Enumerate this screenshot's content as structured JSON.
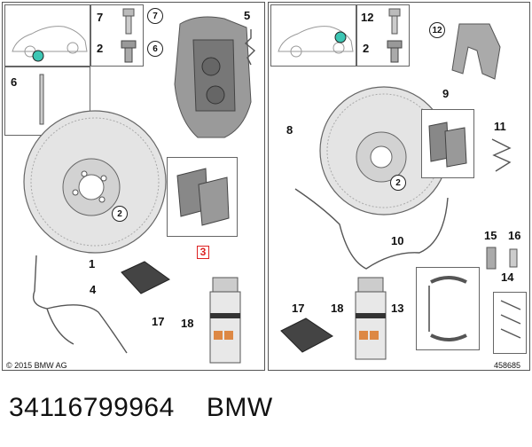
{
  "left_panel": {
    "part_numbers": [
      "7",
      "2",
      "6",
      "1",
      "2",
      "4",
      "17",
      "18",
      "5",
      "6"
    ],
    "caliper_callouts": [
      "7",
      "6"
    ],
    "disc_callout": "2",
    "pad_callout": "3",
    "copyright": "© 2015 BMW AG"
  },
  "right_panel": {
    "part_numbers": [
      "12",
      "2",
      "9",
      "8",
      "11",
      "10",
      "15",
      "16",
      "17",
      "18",
      "13",
      "14"
    ],
    "bracket_callout": "12",
    "disc_callout": "2",
    "reference_number": "458685"
  },
  "caption": {
    "part_number": "34116799964",
    "brand": "BMW"
  },
  "colors": {
    "indicator_dot": "#3cc6b4",
    "callout_red": "#dd2222"
  }
}
